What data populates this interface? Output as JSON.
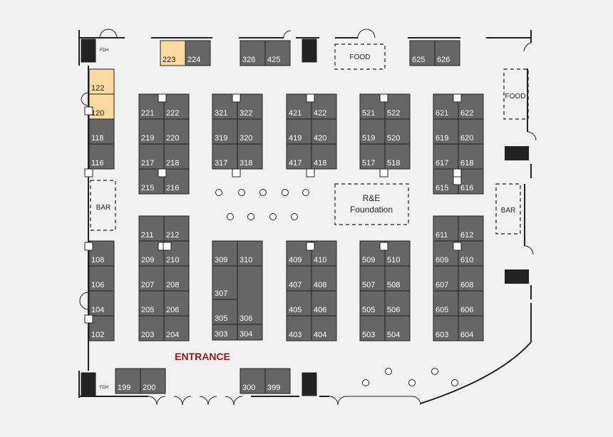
{
  "colors": {
    "background": "#f1f1f1",
    "booth": "#666666",
    "booth_highlight": "#fcd9a0",
    "wall": "#222222",
    "entrance_text": "#8b1a1a"
  },
  "labels": {
    "entrance": "ENTRANCE",
    "food": "FOOD",
    "bar": "BAR",
    "fdh": "FDH",
    "foundation_line1": "R&E",
    "foundation_line2": "Foundation"
  },
  "booths": [
    {
      "num": "223",
      "status": "highlighted"
    },
    {
      "num": "224",
      "status": "normal"
    },
    {
      "num": "326",
      "status": "normal"
    },
    {
      "num": "425",
      "status": "normal"
    },
    {
      "num": "625",
      "status": "normal"
    },
    {
      "num": "626",
      "status": "normal"
    },
    {
      "num": "122",
      "status": "highlighted"
    },
    {
      "num": "120",
      "status": "highlighted"
    },
    {
      "num": "118",
      "status": "normal"
    },
    {
      "num": "116",
      "status": "normal"
    },
    {
      "num": "108",
      "status": "normal"
    },
    {
      "num": "106",
      "status": "normal"
    },
    {
      "num": "104",
      "status": "normal"
    },
    {
      "num": "102",
      "status": "normal"
    },
    {
      "num": "221",
      "status": "normal"
    },
    {
      "num": "222",
      "status": "normal"
    },
    {
      "num": "219",
      "status": "normal"
    },
    {
      "num": "220",
      "status": "normal"
    },
    {
      "num": "217",
      "status": "normal"
    },
    {
      "num": "218",
      "status": "normal"
    },
    {
      "num": "215",
      "status": "normal"
    },
    {
      "num": "216",
      "status": "normal"
    },
    {
      "num": "211",
      "status": "normal"
    },
    {
      "num": "212",
      "status": "normal"
    },
    {
      "num": "209",
      "status": "normal"
    },
    {
      "num": "210",
      "status": "normal"
    },
    {
      "num": "207",
      "status": "normal"
    },
    {
      "num": "208",
      "status": "normal"
    },
    {
      "num": "205",
      "status": "normal"
    },
    {
      "num": "206",
      "status": "normal"
    },
    {
      "num": "203",
      "status": "normal"
    },
    {
      "num": "204",
      "status": "normal"
    },
    {
      "num": "321",
      "status": "normal"
    },
    {
      "num": "322",
      "status": "normal"
    },
    {
      "num": "319",
      "status": "normal"
    },
    {
      "num": "320",
      "status": "normal"
    },
    {
      "num": "317",
      "status": "normal"
    },
    {
      "num": "318",
      "status": "normal"
    },
    {
      "num": "309",
      "status": "normal"
    },
    {
      "num": "310",
      "status": "normal"
    },
    {
      "num": "307",
      "status": "normal"
    },
    {
      "num": "305",
      "status": "normal"
    },
    {
      "num": "306",
      "status": "normal"
    },
    {
      "num": "303",
      "status": "normal"
    },
    {
      "num": "304",
      "status": "normal"
    },
    {
      "num": "421",
      "status": "normal"
    },
    {
      "num": "422",
      "status": "normal"
    },
    {
      "num": "419",
      "status": "normal"
    },
    {
      "num": "420",
      "status": "normal"
    },
    {
      "num": "417",
      "status": "normal"
    },
    {
      "num": "418",
      "status": "normal"
    },
    {
      "num": "409",
      "status": "normal"
    },
    {
      "num": "410",
      "status": "normal"
    },
    {
      "num": "407",
      "status": "normal"
    },
    {
      "num": "408",
      "status": "normal"
    },
    {
      "num": "405",
      "status": "normal"
    },
    {
      "num": "406",
      "status": "normal"
    },
    {
      "num": "403",
      "status": "normal"
    },
    {
      "num": "404",
      "status": "normal"
    },
    {
      "num": "521",
      "status": "normal"
    },
    {
      "num": "522",
      "status": "normal"
    },
    {
      "num": "519",
      "status": "normal"
    },
    {
      "num": "520",
      "status": "normal"
    },
    {
      "num": "517",
      "status": "normal"
    },
    {
      "num": "518",
      "status": "normal"
    },
    {
      "num": "509",
      "status": "normal"
    },
    {
      "num": "510",
      "status": "normal"
    },
    {
      "num": "507",
      "status": "normal"
    },
    {
      "num": "508",
      "status": "normal"
    },
    {
      "num": "505",
      "status": "normal"
    },
    {
      "num": "506",
      "status": "normal"
    },
    {
      "num": "503",
      "status": "normal"
    },
    {
      "num": "504",
      "status": "normal"
    },
    {
      "num": "621",
      "status": "normal"
    },
    {
      "num": "622",
      "status": "normal"
    },
    {
      "num": "619",
      "status": "normal"
    },
    {
      "num": "620",
      "status": "normal"
    },
    {
      "num": "617",
      "status": "normal"
    },
    {
      "num": "618",
      "status": "normal"
    },
    {
      "num": "615",
      "status": "normal"
    },
    {
      "num": "616",
      "status": "normal"
    },
    {
      "num": "611",
      "status": "normal"
    },
    {
      "num": "612",
      "status": "normal"
    },
    {
      "num": "609",
      "status": "normal"
    },
    {
      "num": "610",
      "status": "normal"
    },
    {
      "num": "607",
      "status": "normal"
    },
    {
      "num": "608",
      "status": "normal"
    },
    {
      "num": "605",
      "status": "normal"
    },
    {
      "num": "606",
      "status": "normal"
    },
    {
      "num": "603",
      "status": "normal"
    },
    {
      "num": "604",
      "status": "normal"
    },
    {
      "num": "199",
      "status": "normal"
    },
    {
      "num": "200",
      "status": "normal"
    },
    {
      "num": "300",
      "status": "normal"
    },
    {
      "num": "399",
      "status": "normal"
    }
  ]
}
